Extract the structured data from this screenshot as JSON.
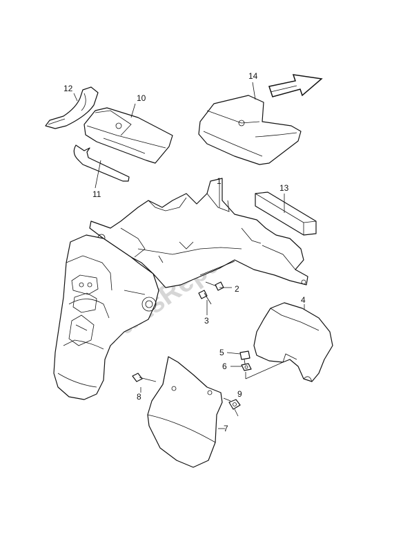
{
  "watermark": "PartsRepublik",
  "callouts": {
    "c1": "1",
    "c2": "2",
    "c3": "3",
    "c4": "4",
    "c5": "5",
    "c6": "6",
    "c7": "7",
    "c8": "8",
    "c9": "9",
    "c10": "10",
    "c11": "11",
    "c12": "12",
    "c13": "13",
    "c14": "14"
  },
  "icons": {
    "direction": "front-direction-arrow-icon"
  }
}
